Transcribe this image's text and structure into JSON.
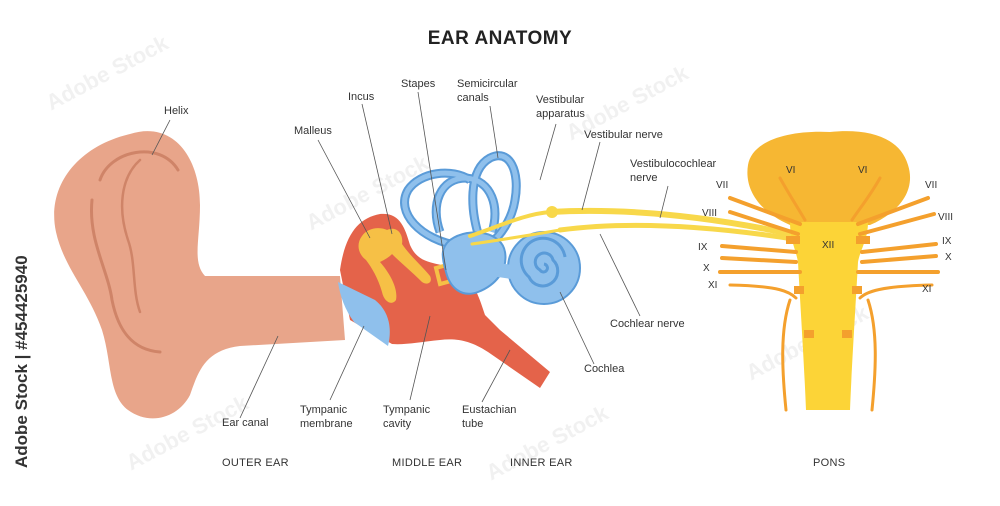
{
  "title": "EAR ANATOMY",
  "labels": {
    "helix": "Helix",
    "malleus": "Malleus",
    "incus": "Incus",
    "stapes": "Stapes",
    "semicircular_1": "Semicircular",
    "semicircular_2": "canals",
    "vestibular_app_1": "Vestibular",
    "vestibular_app_2": "apparatus",
    "vestibular_nerve": "Vestibular nerve",
    "vestibulocochlear_1": "Vestibulocochlear",
    "vestibulocochlear_2": "nerve",
    "cochlear_nerve": "Cochlear nerve",
    "cochlea": "Cochlea",
    "ear_canal": "Ear canal",
    "tympanic_membrane_1": "Tympanic",
    "tympanic_membrane_2": "membrane",
    "tympanic_cavity_1": "Tympanic",
    "tympanic_cavity_2": "cavity",
    "eustachian_1": "Eustachian",
    "eustachian_2": "tube"
  },
  "sections": {
    "outer": "OUTER EAR",
    "middle": "MIDDLE EAR",
    "inner": "INNER EAR",
    "pons": "PONS"
  },
  "cranial_nerves": {
    "vi_left": "VI",
    "vi_right": "VI",
    "vii_left": "VII",
    "vii_right": "VII",
    "viii_left": "VIII",
    "viii_right": "VIII",
    "ix_left": "IX",
    "ix_right": "IX",
    "x_left": "X",
    "x_right": "X",
    "xi_left": "XI",
    "xi_right": "XI",
    "xii": "XII"
  },
  "stock_id": "#454425940",
  "stock_brand": "Adobe Stock",
  "watermark": "Adobe Stock",
  "colors": {
    "skin": "#e8a58a",
    "skin_line": "#cf8468",
    "middle_ear": "#e4634a",
    "ossicle": "#f6c046",
    "labyrinth": "#8fc0ec",
    "labyrinth_stroke": "#5a9bd8",
    "nerve": "#f8d84a",
    "brain": "#f6b733",
    "brainstem": "#fcd437",
    "cranial_nerve": "#f4a02d"
  }
}
